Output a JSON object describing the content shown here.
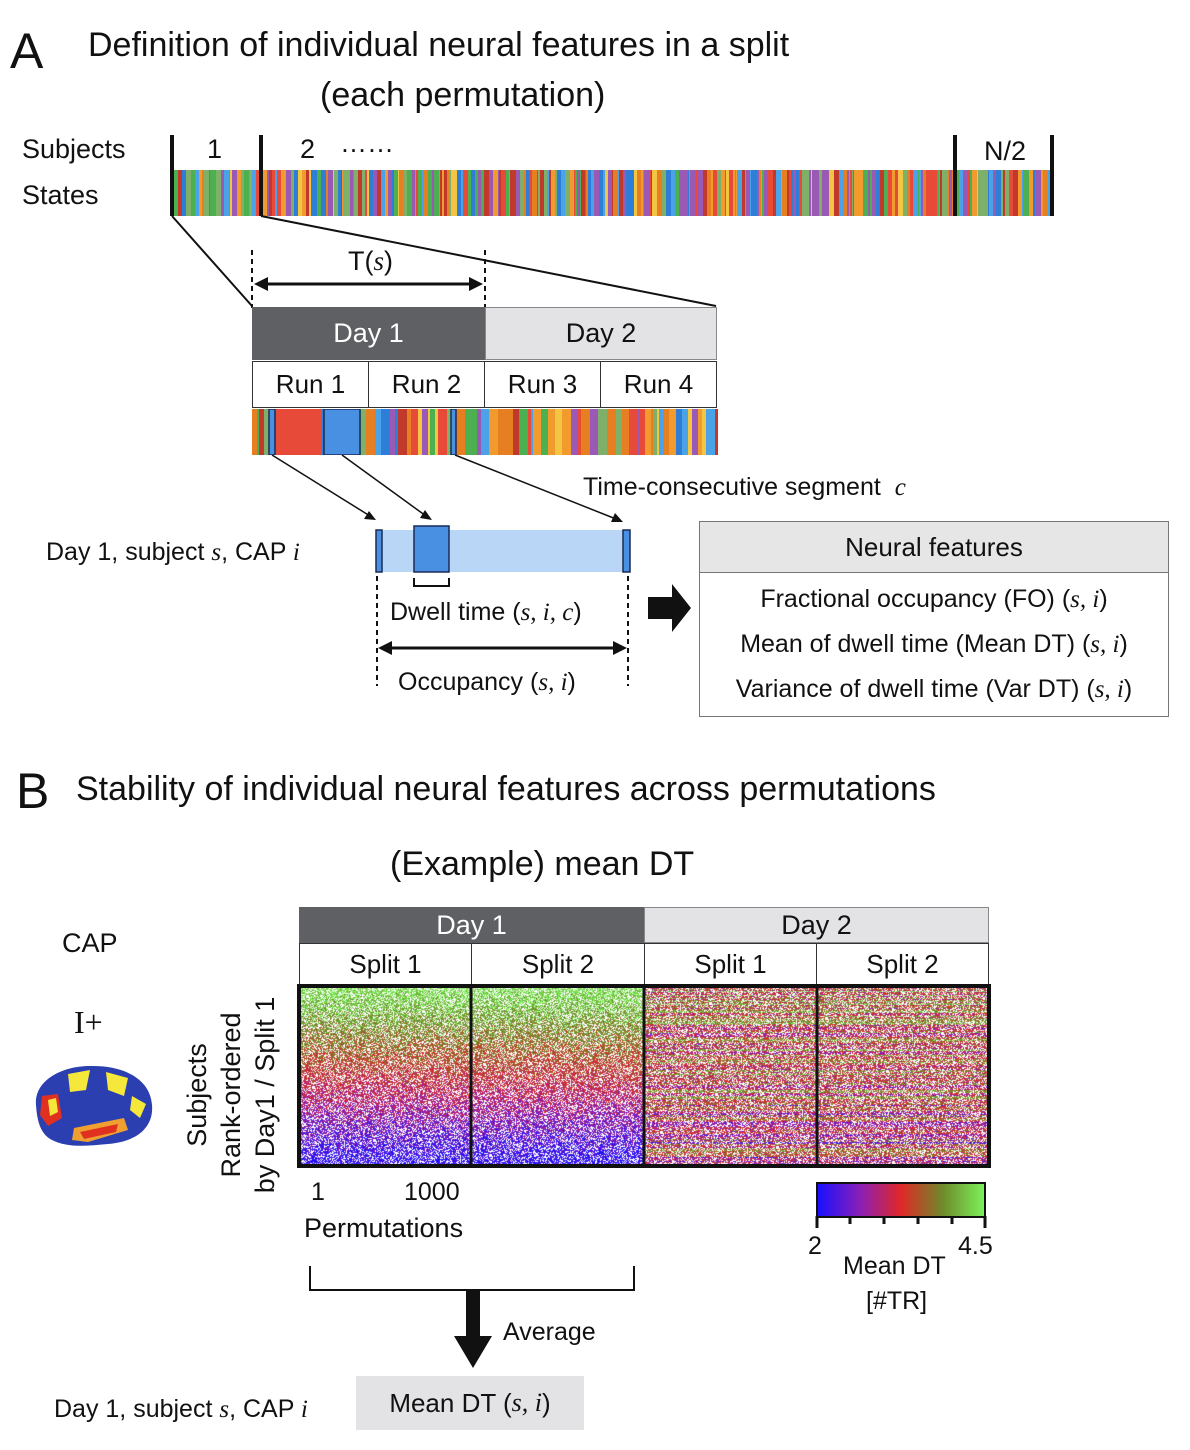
{
  "panel_a": {
    "letter": "A",
    "title_line1": "Definition of individual neural features in a split",
    "title_line2": "(each permutation)",
    "subjects_label": "Subjects",
    "states_label": "States",
    "subject_1": "1",
    "subject_2": "2",
    "ellipsis": "……",
    "subject_last": "N/2",
    "t_label": "T(",
    "t_var": "s",
    "t_close": ")",
    "day1": "Day 1",
    "day2": "Day 2",
    "runs": [
      "Run 1",
      "Run 2",
      "Run 3",
      "Run 4"
    ],
    "segment_label": "Time-consecutive segment",
    "segment_var": "c",
    "day_subject_prefix": "Day 1, subject",
    "day_subject_s": "s",
    "day_subject_mid": ", CAP",
    "day_subject_i": "i",
    "dwell_label": "Dwell time (",
    "dwell_vars": "s, i, c",
    "dwell_close": ")",
    "occupancy_label": "Occupancy (",
    "occupancy_vars": "s, i",
    "occupancy_close": ")",
    "neural_features": {
      "header": "Neural features",
      "rows": [
        {
          "text": "Fractional occupancy (FO) (",
          "vars": "s, i",
          "close": ")"
        },
        {
          "text": "Mean of dwell time (Mean DT) (",
          "vars": "s, i",
          "close": ")"
        },
        {
          "text": "Variance of dwell time (Var DT) (",
          "vars": "s, i",
          "close": ")"
        }
      ]
    },
    "state_colors": [
      "#e84a3a",
      "#4aa3e8",
      "#f19a2e",
      "#4caf50",
      "#9b59b6",
      "#f4c542",
      "#2e7dd6",
      "#e67e22",
      "#7fb069",
      "#c0392b"
    ]
  },
  "panel_b": {
    "letter": "B",
    "title": "Stability of individual neural features across permutations",
    "example_title": "(Example) mean DT",
    "cap_label": "CAP",
    "cap_name": "I+",
    "day1": "Day 1",
    "day2": "Day 2",
    "splits": [
      "Split 1",
      "Split 2",
      "Split 1",
      "Split 2"
    ],
    "ylabel_line1": "Subjects",
    "ylabel_line2": "Rank-ordered",
    "ylabel_line3": "by Day1 / Split 1",
    "x_tick_1": "1",
    "x_tick_2": "1000",
    "xlabel": "Permutations",
    "colorbar_min": "2",
    "colorbar_max": "4.5",
    "colorbar_label_line1": "Mean DT",
    "colorbar_label_line2": "[#TR]",
    "colorbar_colors": [
      "#1a10ff",
      "#8a1fb8",
      "#e02828",
      "#6e8a2a",
      "#7cf05a"
    ],
    "average_label": "Average",
    "result_prefix": "Day 1, subject",
    "result_s": "s",
    "result_mid": ", CAP",
    "result_i": "i",
    "result_box": "Mean DT (",
    "result_vars": "s, i",
    "result_close": ")"
  }
}
